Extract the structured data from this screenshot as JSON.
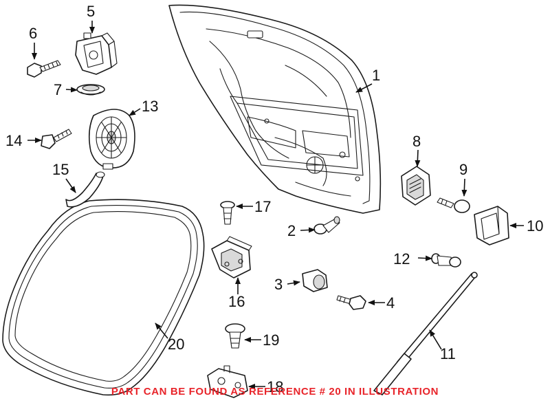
{
  "colors": {
    "line": "#1a1a1a",
    "note": "#e8242a",
    "background": "#ffffff"
  },
  "labels": {
    "p1": "1",
    "p2": "2",
    "p3": "3",
    "p4": "4",
    "p5": "5",
    "p6": "6",
    "p7": "7",
    "p8": "8",
    "p9": "9",
    "p10": "10",
    "p11": "11",
    "p12": "12",
    "p13": "13",
    "p14": "14",
    "p15": "15",
    "p16": "16",
    "p17": "17",
    "p18": "18",
    "p19": "19",
    "p20": "20"
  },
  "note": "PART CAN BE FOUND AS REFERENCE # 20 IN ILLUSTRATION"
}
